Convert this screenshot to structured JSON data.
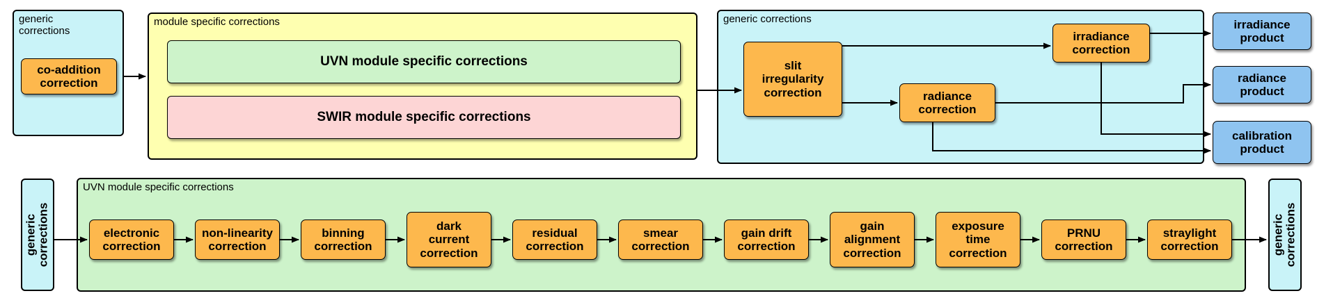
{
  "colors": {
    "panel-cyan": "#c9f3f8",
    "panel-yellow": "#feffb0",
    "panel-green": "#cdf3ca",
    "panel-pink": "#fdd5d5",
    "box-orange": "#fdb84d",
    "box-blue": "#8fc4f0",
    "line": "#000000"
  },
  "top": {
    "generic_left": {
      "label": "generic\ncorrections",
      "co_addition": "co-addition\ncorrection"
    },
    "module_specific": {
      "label": "module specific corrections",
      "uvn": "UVN module specific corrections",
      "swir": "SWIR module specific corrections"
    },
    "generic_right": {
      "label": "generic corrections",
      "slit": "slit\nirregularity\ncorrection",
      "radiance": "radiance\ncorrection",
      "irradiance": "irradiance\ncorrection"
    },
    "products": {
      "irradiance": "irradiance\nproduct",
      "radiance": "radiance\nproduct",
      "calibration": "calibration\nproduct"
    }
  },
  "bottom": {
    "generic_left": "generic\ncorrections",
    "uvn_label": "UVN module specific corrections",
    "generic_right": "generic\ncorrections",
    "chain": [
      {
        "label": "electronic\ncorrection"
      },
      {
        "label": "non-linearity\ncorrection"
      },
      {
        "label": "binning\ncorrection"
      },
      {
        "label": "dark\ncurrent\ncorrection"
      },
      {
        "label": "residual\ncorrection"
      },
      {
        "label": "smear\ncorrection"
      },
      {
        "label": "gain drift\ncorrection"
      },
      {
        "label": "gain\nalignment\ncorrection"
      },
      {
        "label": "exposure\ntime\ncorrection"
      },
      {
        "label": "PRNU\ncorrection"
      },
      {
        "label": "straylight\ncorrection"
      }
    ]
  }
}
